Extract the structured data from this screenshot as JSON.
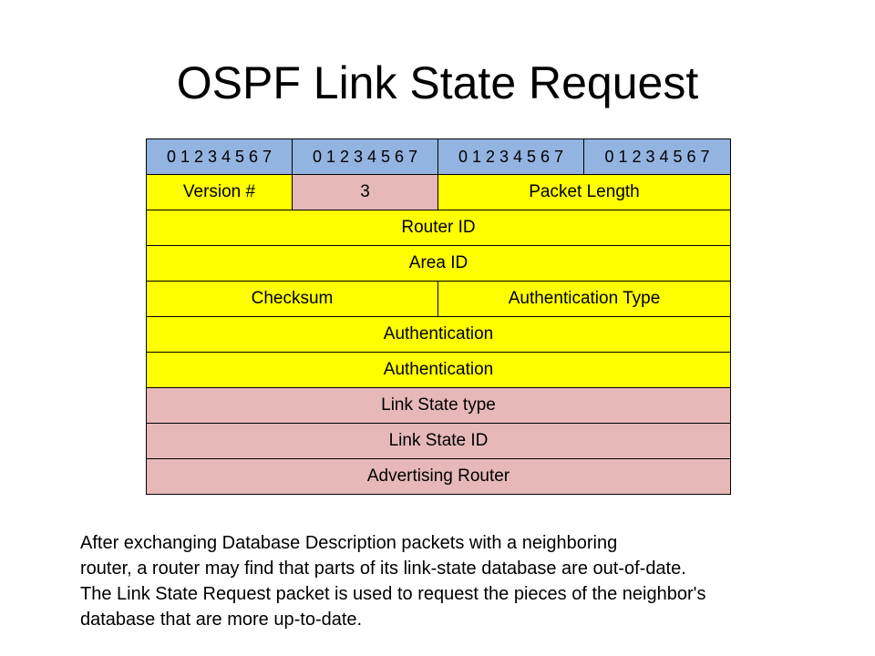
{
  "title": "OSPF Link State Request",
  "bit_header": [
    "0 1 2 3 4 5 6 7",
    "0 1 2 3 4 5 6 7",
    "0 1 2 3 4 5 6 7",
    "0 1 2 3 4 5 6 7"
  ],
  "fields": {
    "version": "Version #",
    "type": "3",
    "packet_length": "Packet Length",
    "router_id": "Router ID",
    "area_id": "Area ID",
    "checksum": "Checksum",
    "auth_type": "Authentication Type",
    "authentication_1": "Authentication",
    "authentication_2": "Authentication",
    "ls_type": "Link State type",
    "ls_id": "Link State ID",
    "advertising_router": "Advertising Router"
  },
  "colors": {
    "bit_header": "#93b3e1",
    "common_header": "#ffff00",
    "request_fields": "#e6b9b8"
  },
  "description": {
    "lines": [
      "After exchanging Database Description packets with a neighboring",
      "router, a router may find that parts of its link-state database are out-of-date.",
      "The Link State Request packet is used to request the pieces of the neighbor's",
      "database that are more up-to-date."
    ]
  }
}
